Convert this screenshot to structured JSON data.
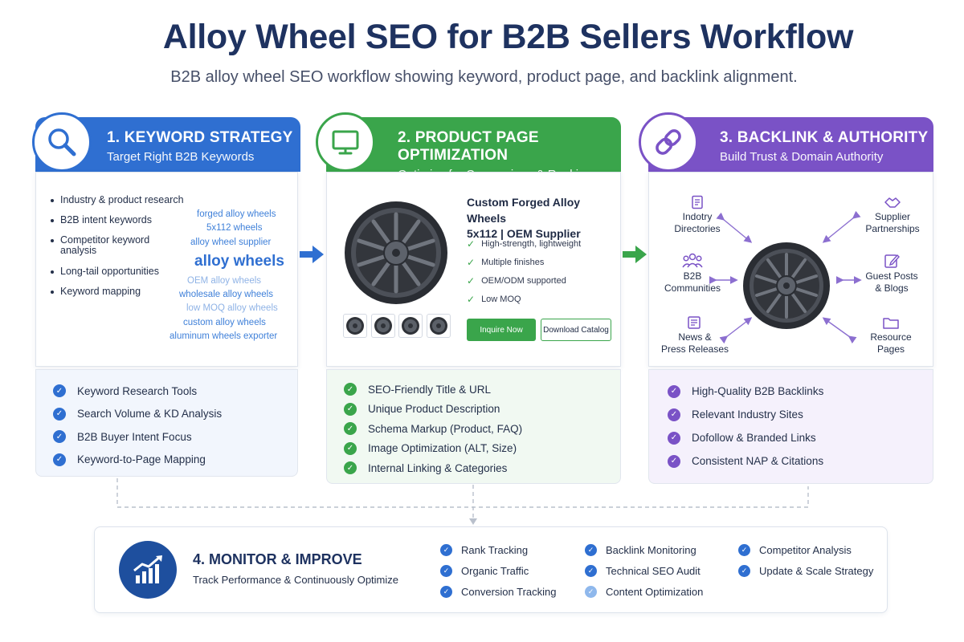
{
  "header": {
    "title": "Alloy Wheel SEO for B2B Sellers Workflow",
    "subtitle": "B2B alloy wheel SEO workflow showing keyword, product page, and backlink alignment."
  },
  "colors": {
    "blue": "#2f6fd1",
    "green": "#3aa54b",
    "purple": "#7a52c6",
    "navy": "#1e4f9e"
  },
  "step1": {
    "title": "1. KEYWORD STRATEGY",
    "subtitle": "Target Right B2B Keywords",
    "icon": "magnifier-icon",
    "bullets": [
      "Industry & product research",
      "B2B intent keywords",
      "Competitor keyword analysis",
      "Long-tail opportunities",
      "Keyword mapping"
    ],
    "keywords": [
      "forged alloy wheels",
      "5x112 wheels",
      "alloy wheel supplier",
      "alloy wheels",
      "OEM alloy wheels",
      "wholesale alloy wheels",
      "low MOQ alloy wheels",
      "custom alloy wheels",
      "aluminum wheels exporter"
    ],
    "checks": [
      "Keyword Research Tools",
      "Search Volume & KD Analysis",
      "B2B Buyer Intent Focus",
      "Keyword-to-Page Mapping"
    ]
  },
  "step2": {
    "title": "2. PRODUCT PAGE OPTIMIZATION",
    "subtitle": "Optimize for Conversions & Rankings",
    "icon": "monitor-icon",
    "product_title_line1": "Custom Forged Alloy Wheels",
    "product_title_line2": "5x112 | OEM Supplier",
    "features": [
      "High-strength, lightweight",
      "Multiple finishes",
      "OEM/ODM supported",
      "Low MOQ"
    ],
    "inquire_label": "Inquire Now",
    "download_label": "Download Catalog",
    "checks": [
      "SEO-Friendly Title & URL",
      "Unique Product Description",
      "Schema Markup (Product, FAQ)",
      "Image Optimization (ALT, Size)",
      "Internal Linking & Categories"
    ]
  },
  "step3": {
    "title": "3. BACKLINK & AUTHORITY",
    "subtitle": "Build Trust & Domain Authority",
    "icon": "chain-link-icon",
    "nodes": {
      "industry_l1": "Indotry",
      "industry_l2": "Directories",
      "supplier_l1": "Supplier",
      "supplier_l2": "Partnerships",
      "b2b_l1": "B2B",
      "b2b_l2": "Communities",
      "guest_l1": "Guest Posts",
      "guest_l2": "& Blogs",
      "news_l1": "News &",
      "news_l2": "Press Releases",
      "resource_l1": "Resource",
      "resource_l2": "Pages"
    },
    "checks": [
      "High-Quality B2B Backlinks",
      "Relevant Industry Sites",
      "Dofollow & Branded Links",
      "Consistent NAP & Citations"
    ]
  },
  "step4": {
    "title": "4. MONITOR & IMPROVE",
    "subtitle": "Track Performance & Continuously Optimize",
    "icon": "rising-chart-icon",
    "items": [
      "Rank Tracking",
      "Organic Traffic",
      "Conversion Tracking",
      "Backlink Monitoring",
      "Technical SEO Audit",
      "Content Optimization",
      "Competitor Analysis",
      "Update & Scale Strategy"
    ]
  }
}
